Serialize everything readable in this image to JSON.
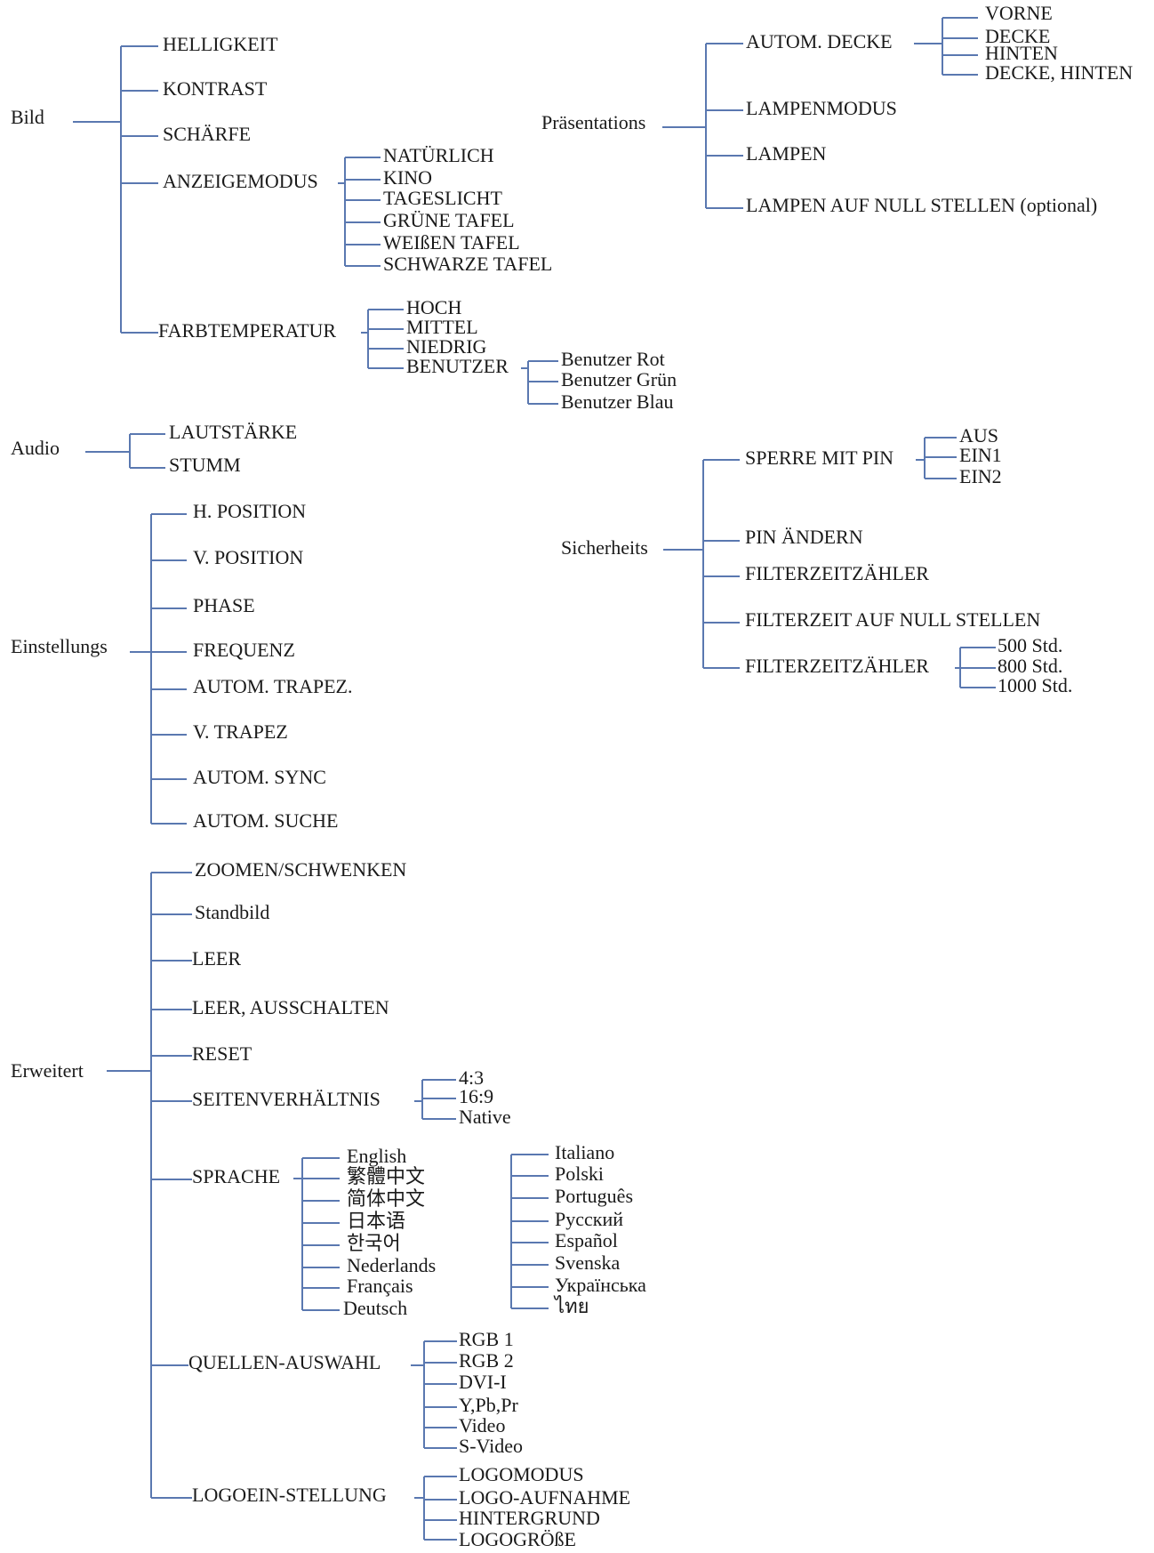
{
  "colors": {
    "line": "#5a78b0",
    "text": "#1a1a1a"
  },
  "bild": {
    "label": "Bild",
    "helligkeit": "HELLIGKEIT",
    "kontrast": "KONTRAST",
    "schaerfe": "SCHÄRFE",
    "anzeigemodus": "ANZEIGEMODUS",
    "anzeigemodus_options": [
      "NATÜRLICH",
      "KINO",
      "TAGESLICHT",
      "GRÜNE TAFEL",
      "WEIßEN TAFEL",
      "SCHWARZE TAFEL"
    ],
    "farbtemperatur": "FARBTEMPERATUR",
    "farbtemperatur_options": [
      "HOCH",
      "MITTEL",
      "NIEDRIG",
      "BENUTZER"
    ],
    "benutzer_options": [
      "Benutzer Rot",
      "Benutzer Grün",
      "Benutzer Blau"
    ]
  },
  "praesentation": {
    "label": "Präsentations",
    "autom_decke": "AUTOM. DECKE",
    "decke_options": [
      "VORNE",
      "DECKE",
      "HINTEN",
      "DECKE, HINTEN"
    ],
    "lampenmodus": "LAMPENMODUS",
    "lampen": "LAMPEN",
    "lampen_reset": "LAMPEN AUF NULL STELLEN (optional)"
  },
  "audio": {
    "label": "Audio",
    "items": [
      "LAUTSTÄRKE",
      "STUMM"
    ]
  },
  "sicherheit": {
    "label": "Sicherheits",
    "sperre": "SPERRE MIT PIN",
    "sperre_options": [
      "AUS",
      "EIN1",
      "EIN2"
    ],
    "pin_aendern": "PIN ÄNDERN",
    "filterzeitzaehler": "FILTERZEITZÄHLER",
    "filterzeit_reset": "FILTERZEIT AUF NULL STELLEN",
    "filterzeitzaehler2": "FILTERZEITZÄHLER",
    "filter_options": [
      "500 Std.",
      "800 Std.",
      "1000 Std."
    ]
  },
  "einstellung": {
    "label": "Einstellungs",
    "items": [
      "H. POSITION",
      "V. POSITION",
      "PHASE",
      "FREQUENZ",
      "AUTOM. TRAPEZ.",
      "V. TRAPEZ",
      "AUTOM. SYNC",
      "AUTOM. SUCHE"
    ]
  },
  "erweitert": {
    "label": "Erweitert",
    "zoomen": "ZOOMEN/SCHWENKEN",
    "standbild": "Standbild",
    "leer": "LEER",
    "leer_aus": "LEER, AUSSCHALTEN",
    "reset": "RESET",
    "seitenverhaeltnis": "SEITENVERHÄLTNIS",
    "seiten_options": [
      "4:3",
      "16:9",
      "Native"
    ],
    "sprache": "SPRACHE",
    "sprache_col1": [
      "English",
      "繁體中文",
      "简体中文",
      "日本语",
      "한국어",
      "Nederlands",
      "Français",
      "Deutsch"
    ],
    "sprache_col2": [
      "Italiano",
      "Polski",
      "Português",
      "Русский",
      "Español",
      "Svenska",
      "Українська",
      "ไทย"
    ],
    "quellen": "QUELLEN-AUSWAHL",
    "quellen_options": [
      "RGB 1",
      "RGB 2",
      "DVI-I",
      "Y,Pb,Pr",
      "Video",
      "S-Video"
    ],
    "logo": "LOGOEIN-STELLUNG",
    "logo_options": [
      "LOGOMODUS",
      "LOGO-AUFNAHME",
      "HINTERGRUND",
      "LOGOGRÖßE"
    ]
  }
}
